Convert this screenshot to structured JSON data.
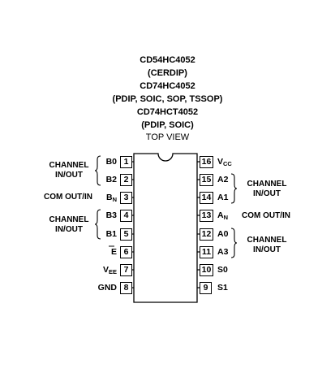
{
  "header": {
    "lines": [
      "CD54HC4052",
      "(CERDIP)",
      "CD74HC4052",
      "(PDIP, SOIC, SOP, TSSOP)",
      "CD74HCT4052",
      "(PDIP, SOIC)"
    ],
    "view_label": "TOP VIEW"
  },
  "pins": [
    {
      "num": "1",
      "name": "B0",
      "sub": ""
    },
    {
      "num": "2",
      "name": "B2",
      "sub": ""
    },
    {
      "num": "3",
      "name": "B",
      "sub": "N"
    },
    {
      "num": "4",
      "name": "B3",
      "sub": ""
    },
    {
      "num": "5",
      "name": "B1",
      "sub": ""
    },
    {
      "num": "6",
      "name": "E",
      "sub": ""
    },
    {
      "num": "7",
      "name": "V",
      "sub": "EE"
    },
    {
      "num": "8",
      "name": "GND",
      "sub": ""
    },
    {
      "num": "9",
      "name": "S1",
      "sub": ""
    },
    {
      "num": "10",
      "name": "S0",
      "sub": ""
    },
    {
      "num": "11",
      "name": "A3",
      "sub": ""
    },
    {
      "num": "12",
      "name": "A0",
      "sub": ""
    },
    {
      "num": "13",
      "name": "A",
      "sub": "N"
    },
    {
      "num": "14",
      "name": "A1",
      "sub": ""
    },
    {
      "num": "15",
      "name": "A2",
      "sub": ""
    },
    {
      "num": "16",
      "name": "V",
      "sub": "CC"
    }
  ],
  "group_labels": {
    "left_top": [
      "CHANNEL",
      "IN/OUT"
    ],
    "left_com": "COM OUT/IN",
    "left_bottom": [
      "CHANNEL",
      "IN/OUT"
    ],
    "right_top": [
      "CHANNEL",
      "IN/OUT"
    ],
    "right_com": "COM OUT/IN",
    "right_bottom": [
      "CHANNEL",
      "IN/OUT"
    ]
  }
}
